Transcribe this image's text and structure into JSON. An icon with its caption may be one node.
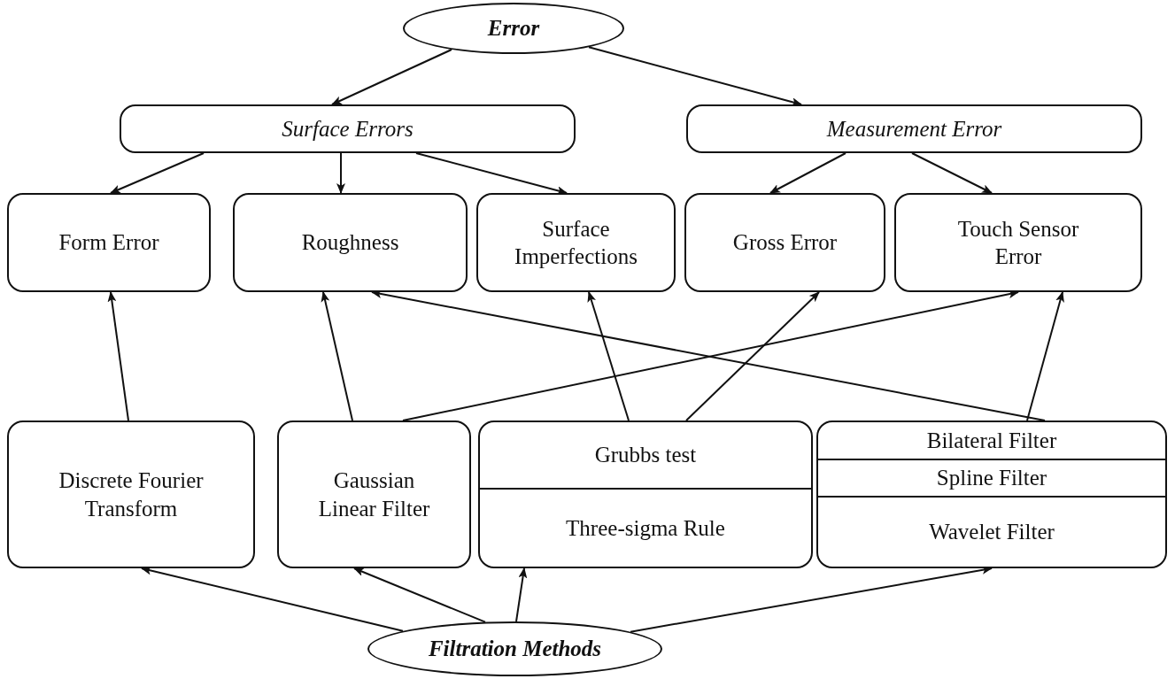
{
  "diagram": {
    "nodes": [
      {
        "text": [
          "Error"
        ]
      },
      {
        "text": [
          "Surface Errors"
        ]
      },
      {
        "text": [
          "Measurement Error"
        ]
      },
      {
        "text": [
          "Form Error"
        ]
      },
      {
        "text": [
          "Roughness"
        ]
      },
      {
        "text": [
          "Surface Imperfections"
        ]
      },
      {
        "text": [
          "Gross Error"
        ]
      },
      {
        "text": [
          "Touch Sensor Error"
        ]
      },
      {
        "text": [
          "Discrete Fourier Transform"
        ]
      },
      {
        "text": [
          "Gaussian Linear Filter"
        ]
      },
      {
        "text": [
          "Grubbs test",
          "Three-sigma Rule"
        ]
      },
      {
        "text": [
          "Bilateral Filter",
          "Spline Filter",
          "Wavelet Filter"
        ]
      },
      {
        "text": [
          "Filtration Methods"
        ]
      }
    ],
    "edges": [
      {
        "from": 0,
        "to": 1,
        "arrow": "to"
      },
      {
        "from": 0,
        "to": 2,
        "arrow": "to"
      },
      {
        "from": 1,
        "to": 3,
        "arrow": "to"
      },
      {
        "from": 1,
        "to": 4,
        "arrow": "to"
      },
      {
        "from": 1,
        "to": 5,
        "arrow": "to"
      },
      {
        "from": 2,
        "to": 6,
        "arrow": "to"
      },
      {
        "from": 2,
        "to": 7,
        "arrow": "to"
      },
      {
        "from": 8,
        "to": 3,
        "arrow": "to"
      },
      {
        "from": 9,
        "to": 4,
        "arrow": "to"
      },
      {
        "from": 9,
        "to": 7,
        "arrow": "to"
      },
      {
        "from": 10,
        "to": 5,
        "arrow": "to"
      },
      {
        "from": 10,
        "to": 6,
        "arrow": "to"
      },
      {
        "from": 11,
        "to": 4,
        "arrow": "to"
      },
      {
        "from": 11,
        "to": 7,
        "arrow": "to"
      },
      {
        "from": 12,
        "to": 8,
        "arrow": "to"
      },
      {
        "from": 12,
        "to": 9,
        "arrow": "to"
      },
      {
        "from": 12,
        "to": 10,
        "arrow": "to"
      },
      {
        "from": 12,
        "to": 11,
        "arrow": "to"
      }
    ]
  }
}
